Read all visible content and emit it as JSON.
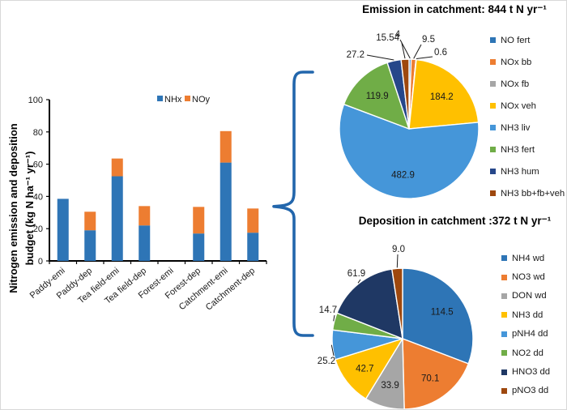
{
  "ui": {
    "bar_ylabel_lines": [
      "Nitrogen emission and deposition",
      "budget (kg N ha⁻¹ yr⁻¹)"
    ]
  },
  "colors": {
    "blue": "#2E75B6",
    "orange": "#ED7D31",
    "gray": "#A6A6A6",
    "yellow": "#FFC000",
    "light_blue": "#4596D9",
    "green": "#70AD47",
    "navy": "#26478A",
    "dark_navy": "#1F3864",
    "brown": "#9E480E",
    "brace": "#2266AC",
    "axis": "#000000",
    "label_text": "#1A1A1A"
  },
  "chart_data": [
    {
      "id": "emission-deposition-bar",
      "type": "bar",
      "stacked": true,
      "ylabel": "Nitrogen emission and deposition budget (kg N ha⁻¹ yr⁻¹)",
      "ylim": [
        0,
        100
      ],
      "yticks": [
        0,
        20,
        40,
        60,
        80,
        100
      ],
      "grid": false,
      "legend_position": "top",
      "categories": [
        "Paddy-emi",
        "Paddy-dep",
        "Tea field-emi",
        "Tea field-dep",
        "Forest-emi",
        "Forest-dep",
        "Catchment-emi",
        "Catchment-dep"
      ],
      "series": [
        {
          "name": "NHx",
          "color_key": "blue",
          "values": [
            38.5,
            19,
            52.5,
            22,
            0,
            17,
            61,
            17.5
          ]
        },
        {
          "name": "NOy",
          "color_key": "orange",
          "values": [
            0,
            11.5,
            11,
            12,
            0,
            16.5,
            19.5,
            15
          ]
        }
      ]
    },
    {
      "id": "emission-pie",
      "type": "pie",
      "title": "Emission in catchment: 844 t N yr⁻¹",
      "total": 844,
      "legend_position": "right",
      "slices": [
        {
          "name": "NO fert",
          "value": 4,
          "label": "4",
          "color_key": "blue",
          "label_inside": false
        },
        {
          "name": "NOx bb",
          "value": 9.5,
          "label": "9.5",
          "color_key": "orange",
          "label_inside": false
        },
        {
          "name": "NOx fb",
          "value": 0.6,
          "label": "0.6",
          "color_key": "gray",
          "label_inside": false
        },
        {
          "name": "NOx veh",
          "value": 184.2,
          "label": "184.2",
          "color_key": "yellow",
          "label_inside": true
        },
        {
          "name": "NH3 liv",
          "value": 482.9,
          "label": "482.9",
          "color_key": "light_blue",
          "label_inside": true
        },
        {
          "name": "NH3 fert",
          "value": 119.9,
          "label": "119.9",
          "color_key": "green",
          "label_inside": true
        },
        {
          "name": "NH3 hum",
          "value": 27.2,
          "label": "27.2",
          "color_key": "navy",
          "label_inside": false
        },
        {
          "name": "NH3 bb+fb+veh",
          "value": 15.54,
          "label": "15.54",
          "color_key": "brown",
          "label_inside": false
        }
      ]
    },
    {
      "id": "deposition-pie",
      "type": "pie",
      "title": "Deposition in catchment :372 t N yr⁻¹",
      "total": 372,
      "legend_position": "right",
      "slices": [
        {
          "name": "NH4 wd",
          "value": 114.5,
          "label": "114.5",
          "color_key": "blue",
          "label_inside": true
        },
        {
          "name": "NO3 wd",
          "value": 70.1,
          "label": "70.1",
          "color_key": "orange",
          "label_inside": true
        },
        {
          "name": "DON wd",
          "value": 33.9,
          "label": "33.9",
          "color_key": "gray",
          "label_inside": true
        },
        {
          "name": "NH3 dd",
          "value": 42.7,
          "label": "42.7",
          "color_key": "yellow",
          "label_inside": true
        },
        {
          "name": "pNH4 dd",
          "value": 25.2,
          "label": "25.2",
          "color_key": "light_blue",
          "label_inside": false
        },
        {
          "name": "NO2 dd",
          "value": 14.7,
          "label": "14.7",
          "color_key": "green",
          "label_inside": false
        },
        {
          "name": "HNO3 dd",
          "value": 61.9,
          "label": "61.9",
          "color_key": "dark_navy",
          "label_inside": false
        },
        {
          "name": "pNO3 dd",
          "value": 9.0,
          "label": "9.0",
          "color_key": "brown",
          "label_inside": false
        }
      ]
    }
  ]
}
